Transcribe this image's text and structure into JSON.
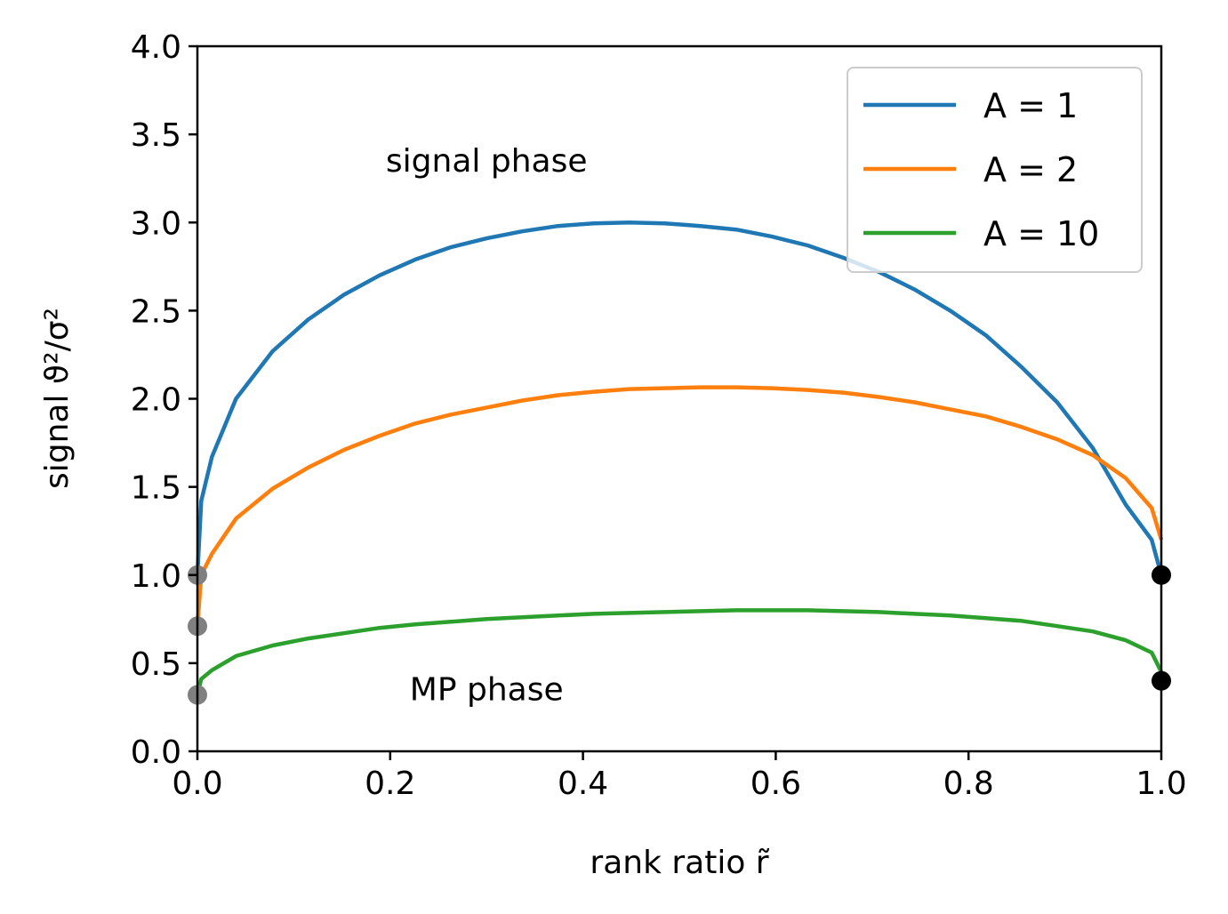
{
  "chart_data": {
    "type": "line",
    "title": "",
    "xlabel": "rank ratio r̃",
    "ylabel": "signal ϑ²/σ²",
    "xlim": [
      0.0,
      1.0
    ],
    "ylim": [
      0.0,
      4.0
    ],
    "xticks": [
      "0.0",
      "0.2",
      "0.4",
      "0.6",
      "0.8",
      "1.0"
    ],
    "yticks": [
      "0.0",
      "0.5",
      "1.0",
      "1.5",
      "2.0",
      "2.5",
      "3.0",
      "3.5",
      "4.0"
    ],
    "grid": false,
    "legend_position": "top-right",
    "annotations": [
      {
        "text": "signal phase",
        "x": 0.3,
        "y": 3.35
      },
      {
        "text": "MP phase",
        "x": 0.3,
        "y": 0.35
      }
    ],
    "series": [
      {
        "name": "A = 1",
        "color": "#1f77b4",
        "x": [
          0.0,
          0.004,
          0.015,
          0.04,
          0.078,
          0.115,
          0.152,
          0.189,
          0.226,
          0.263,
          0.3,
          0.337,
          0.374,
          0.411,
          0.448,
          0.485,
          0.522,
          0.559,
          0.596,
          0.633,
          0.67,
          0.707,
          0.744,
          0.781,
          0.818,
          0.855,
          0.892,
          0.929,
          0.963,
          0.99,
          1.0
        ],
        "y": [
          1.0,
          1.42,
          1.67,
          2.0,
          2.27,
          2.45,
          2.59,
          2.7,
          2.79,
          2.86,
          2.91,
          2.95,
          2.98,
          2.995,
          3.0,
          2.995,
          2.98,
          2.96,
          2.92,
          2.87,
          2.8,
          2.72,
          2.62,
          2.5,
          2.36,
          2.18,
          1.98,
          1.72,
          1.4,
          1.2,
          1.0
        ]
      },
      {
        "name": "A = 2",
        "color": "#ff7f0e",
        "x": [
          0.0,
          0.004,
          0.015,
          0.04,
          0.078,
          0.115,
          0.152,
          0.189,
          0.226,
          0.263,
          0.3,
          0.337,
          0.374,
          0.411,
          0.448,
          0.485,
          0.522,
          0.559,
          0.596,
          0.633,
          0.67,
          0.707,
          0.744,
          0.781,
          0.818,
          0.855,
          0.892,
          0.929,
          0.963,
          0.99,
          1.0
        ],
        "y": [
          0.71,
          1.0,
          1.12,
          1.32,
          1.49,
          1.61,
          1.71,
          1.79,
          1.86,
          1.91,
          1.95,
          1.99,
          2.02,
          2.04,
          2.055,
          2.06,
          2.065,
          2.065,
          2.06,
          2.05,
          2.035,
          2.01,
          1.98,
          1.94,
          1.9,
          1.84,
          1.77,
          1.68,
          1.55,
          1.38,
          1.2
        ]
      },
      {
        "name": "A = 10",
        "color": "#2ca02c",
        "x": [
          0.0,
          0.004,
          0.015,
          0.04,
          0.078,
          0.115,
          0.152,
          0.189,
          0.226,
          0.263,
          0.3,
          0.337,
          0.374,
          0.411,
          0.448,
          0.485,
          0.522,
          0.559,
          0.596,
          0.633,
          0.67,
          0.707,
          0.744,
          0.781,
          0.818,
          0.855,
          0.892,
          0.929,
          0.963,
          0.99,
          1.0
        ],
        "y": [
          0.32,
          0.41,
          0.46,
          0.54,
          0.6,
          0.64,
          0.67,
          0.7,
          0.72,
          0.735,
          0.75,
          0.76,
          0.77,
          0.78,
          0.785,
          0.79,
          0.795,
          0.8,
          0.8,
          0.8,
          0.795,
          0.79,
          0.78,
          0.77,
          0.755,
          0.74,
          0.71,
          0.68,
          0.63,
          0.56,
          0.45
        ]
      }
    ],
    "markers": [
      {
        "x": 0.0,
        "y": 1.0,
        "color": "#808080"
      },
      {
        "x": 0.0,
        "y": 0.71,
        "color": "#808080"
      },
      {
        "x": 0.0,
        "y": 0.32,
        "color": "#808080"
      },
      {
        "x": 1.0,
        "y": 1.0,
        "color": "#000000"
      },
      {
        "x": 1.0,
        "y": 0.4,
        "color": "#000000"
      }
    ]
  }
}
